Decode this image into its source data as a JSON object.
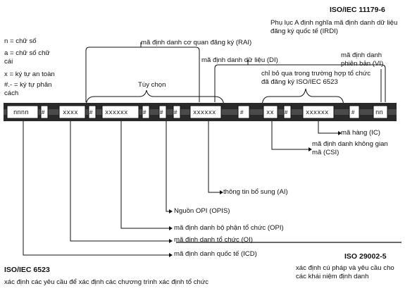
{
  "header": {
    "standard_iso11179": "ISO/IEC 11179-6",
    "annex_note": "Phụ lục A định nghĩa mã định danh dữ liệu đăng ký quốc tế (IRDI)"
  },
  "legend": {
    "n": "n = chữ số",
    "a": "a = chữ số chữ cái",
    "x": "x = ký tự an toàn",
    "sep": "#.- = ký tự phân cách"
  },
  "bar": {
    "seg_icd": "nnnn",
    "seg_oi": "xxxx",
    "seg_opi": "xxxxxx",
    "seg_ai": "xxxxxx",
    "seg_csi": "xx",
    "seg_ic": "xxxxxx",
    "seg_vi": "nn",
    "sep_char": "#"
  },
  "labels": {
    "rai": "mã định danh cơ quan đăng ký (RAI)",
    "optional": "Tùy chọn",
    "di": "mã định danh dữ liệu (DI)",
    "vi": "mã định danh phiên bản (VI)",
    "only_if": "chỉ bỏ qua trong trường hợp tổ chức đã đăng ký ISO/IEC 6523",
    "ic": "mã hàng (IC)",
    "csi": "mã định danh không gian mã (CSI)",
    "ai": "thông tin bổ sung (AI)",
    "opis": "Nguồn OPI (OPIS)",
    "opi": "mã định danh bộ phận tổ chức (OPI)",
    "oi": "mã định danh tổ chức (OI)",
    "icd": "mã định danh quốc tế (ICD)"
  },
  "footer": {
    "iso6523": "ISO/IEC 6523",
    "iso6523_desc": "xác định các yêu cầu để xác định các chương trình xác định tổ chức",
    "iso29002": "ISO 29002-5",
    "iso29002_desc": "xác định cú pháp và yêu cầu cho các khái niệm định danh"
  }
}
